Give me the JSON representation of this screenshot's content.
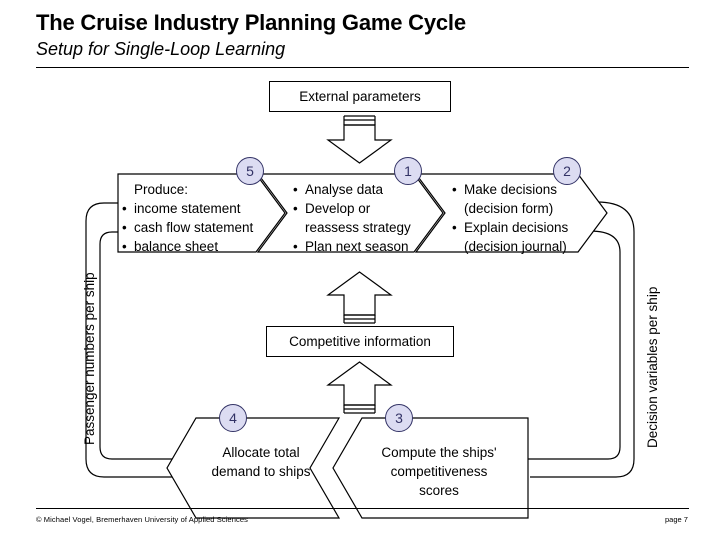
{
  "header": {
    "title": "The Cruise Industry Planning Game Cycle",
    "subtitle": "Setup for Single-Loop Learning"
  },
  "nodes": {
    "external_parameters": "External parameters",
    "competitive_information": "Competitive information"
  },
  "steps": [
    {
      "number": "1",
      "name": "analyse-and-plan",
      "lines": [
        {
          "text": "Analyse data",
          "bullet": true
        },
        {
          "text": "Develop or",
          "bullet": true
        },
        {
          "text": "reassess strategy",
          "bullet": false
        },
        {
          "text": "Plan next season",
          "bullet": true
        }
      ]
    },
    {
      "number": "2",
      "name": "make-decisions",
      "lines": [
        {
          "text": "Make decisions",
          "bullet": true
        },
        {
          "text": "(decision form)",
          "bullet": false
        },
        {
          "text": "Explain decisions",
          "bullet": true
        },
        {
          "text": "(decision journal)",
          "bullet": false
        }
      ]
    },
    {
      "number": "3",
      "name": "compute-competitiveness",
      "lines": [
        {
          "text": "Compute the ships'",
          "bullet": false
        },
        {
          "text": "competitiveness",
          "bullet": false
        },
        {
          "text": "scores",
          "bullet": false
        }
      ]
    },
    {
      "number": "4",
      "name": "allocate-demand",
      "lines": [
        {
          "text": "Allocate total",
          "bullet": false
        },
        {
          "text": "demand to ships",
          "bullet": false
        }
      ]
    },
    {
      "number": "5",
      "name": "produce-statements",
      "lines": [
        {
          "text": "Produce:",
          "bullet": false
        },
        {
          "text": "income statement",
          "bullet": true
        },
        {
          "text": "cash flow statement",
          "bullet": true
        },
        {
          "text": "balance sheet",
          "bullet": true
        }
      ]
    }
  ],
  "loop_labels": {
    "left": "Passenger numbers per ship",
    "right": "Decision variables per ship"
  },
  "footer": {
    "credit": "© Michael Vogel, Bremerhaven University of Applied Sciences",
    "page": "page 7"
  },
  "colors": {
    "circle_fill": "#dcdcf2",
    "circle_stroke": "#333366",
    "line": "#000000",
    "background": "#ffffff"
  }
}
